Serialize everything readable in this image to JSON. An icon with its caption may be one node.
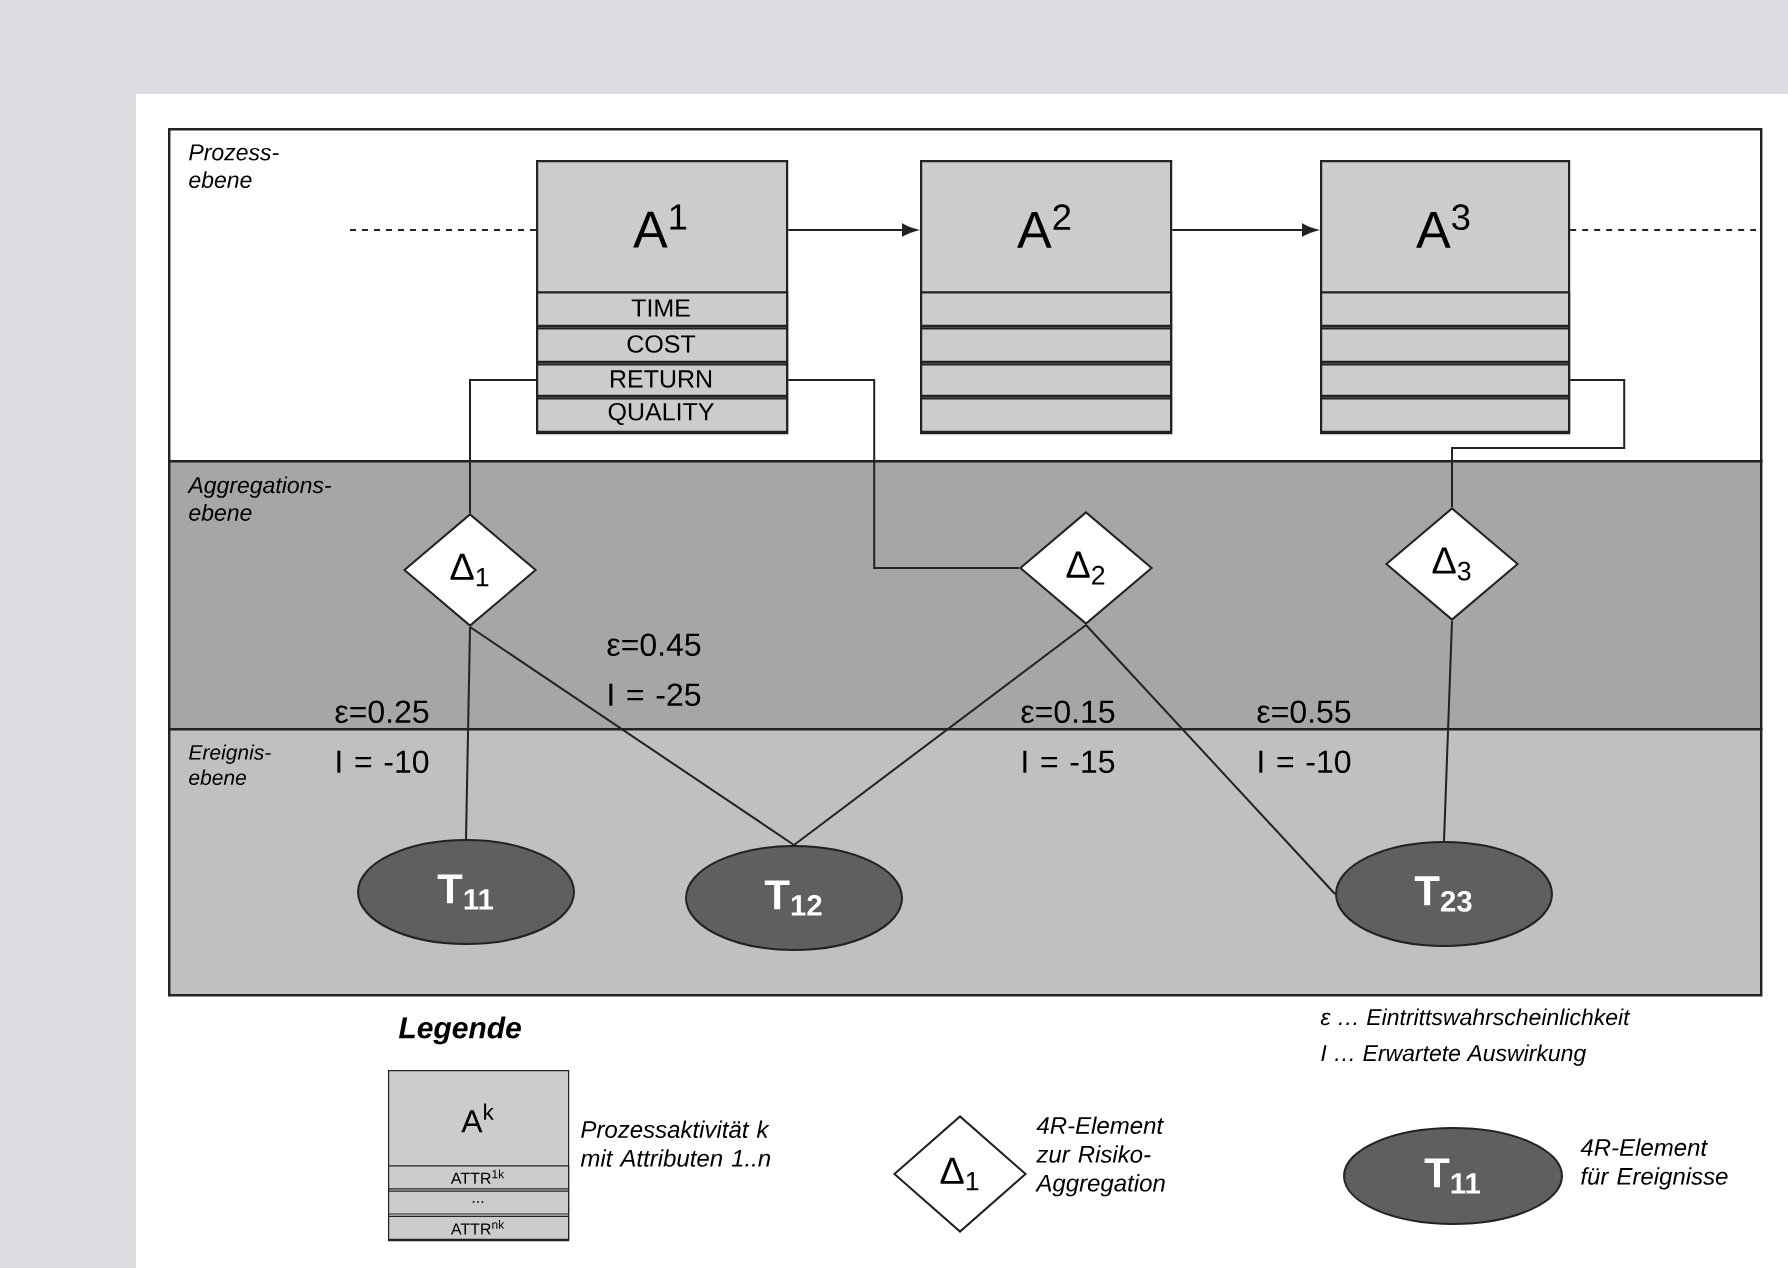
{
  "diagram": {
    "nodes": [
      {
        "text": [
          "Prozess- ebene"
        ]
      },
      {
        "text": [
          "A$^{1}$"
        ],
        "in": 0
      },
      {
        "text": [
          "TIME"
        ],
        "in": 1
      },
      {
        "text": [
          "COST"
        ],
        "in": 1
      },
      {
        "text": [
          "RETURN"
        ],
        "in": 1
      },
      {
        "text": [
          "QUALITY"
        ],
        "in": 1
      },
      {
        "text": [
          "A$^{2}$"
        ],
        "in": 0
      },
      {
        "text": [],
        "shape": "box",
        "in": 6
      },
      {
        "text": [],
        "shape": "box",
        "in": 6
      },
      {
        "text": [],
        "shape": "box",
        "in": 6
      },
      {
        "text": [],
        "shape": "box",
        "in": 6
      },
      {
        "text": [
          "A$^{3}$"
        ],
        "in": 0
      },
      {
        "text": [],
        "shape": "box",
        "in": 11
      },
      {
        "text": [],
        "shape": "box",
        "in": 11
      },
      {
        "text": [],
        "shape": "box",
        "in": 11
      },
      {
        "text": [],
        "shape": "box",
        "in": 11
      },
      {
        "text": [
          "Aggregations- ebene"
        ]
      },
      {
        "text": [
          "Δ$_{1}$"
        ],
        "in": 16
      },
      {
        "text": [
          "Δ$_{2}$"
        ],
        "in": 16
      },
      {
        "text": [
          "Δ$_{3}$"
        ],
        "in": 16
      },
      {
        "text": [
          "Ereignis- ebene"
        ]
      },
      {
        "text": [
          "T$_{11}$"
        ],
        "in": 20
      },
      {
        "text": [
          "T$_{12}$"
        ],
        "in": 20
      },
      {
        "text": [
          "T$_{23}$"
        ],
        "in": 20
      },
      {
        "text": [
          "A$^{k}$"
        ],
        "beside": [
          "Prozessaktivität k mit Attributen 1..n"
        ]
      },
      {
        "text": [
          "ATTR$^{1k}$"
        ],
        "in": 24
      },
      {
        "text": [
          "..."
        ],
        "in": 24
      },
      {
        "text": [
          "ATTR$^{nk}$"
        ],
        "in": 24
      },
      {
        "text": [
          "Δ$_{1}$"
        ],
        "beside": [
          "4R-Element zur Risiko- Aggregation"
        ]
      },
      {
        "text": [
          "T$_{11}$"
        ],
        "beside": [
          "4R-Element für Ereignisse"
        ]
      }
    ],
    "edges": [
      {
        "from": null,
        "to": 1,
        "arrow": "none",
        "style": "dashed"
      },
      {
        "from": 1,
        "to": 6,
        "arrow": "to"
      },
      {
        "from": 6,
        "to": 11,
        "arrow": "to"
      },
      {
        "from": 11,
        "to": null,
        "arrow": "none",
        "style": "dashed"
      },
      {
        "from": 4,
        "to": 17,
        "arrow": "none"
      },
      {
        "from": 4,
        "to": 18,
        "arrow": "none"
      },
      {
        "from": 14,
        "to": 19,
        "arrow": "none"
      },
      {
        "from": 17,
        "to": 21,
        "arrow": "none",
        "label": "ε=0.25 I = -10"
      },
      {
        "from": 17,
        "to": 22,
        "arrow": "none",
        "label": "ε=0.45 I = -25"
      },
      {
        "from": 18,
        "to": 22,
        "arrow": "none",
        "label": "ε=0.15 I = -15"
      },
      {
        "from": 18,
        "to": 23,
        "arrow": "none",
        "label": "ε=0.55 I = -10"
      },
      {
        "from": 19,
        "to": 23,
        "arrow": "none"
      }
    ],
    "labels": [
      "Legende",
      "ε … Eintrittswahrscheinlichkeit",
      "I … Erwartete Auswirkung"
    ]
  }
}
